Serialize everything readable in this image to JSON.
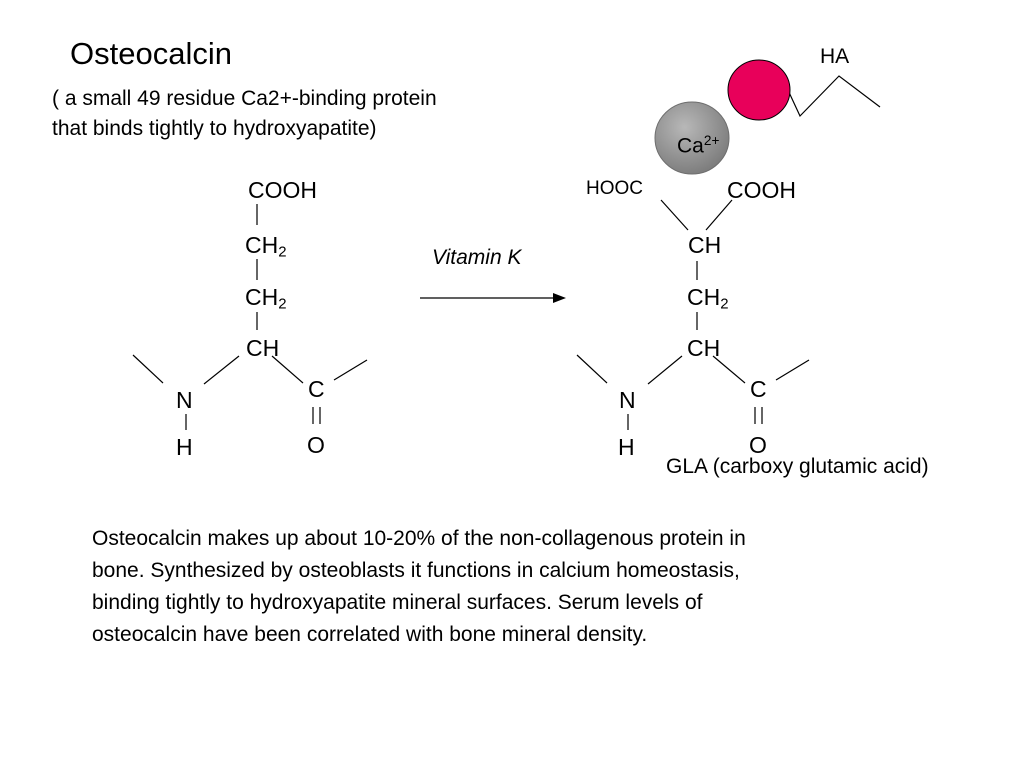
{
  "title": "Osteocalcin",
  "subtitle": {
    "line1": "( a small 49 residue Ca2+-binding protein",
    "line2": "that binds tightly to hydroxyapatite)"
  },
  "left_structure": {
    "cooh": "COOH",
    "ch2_a": "CH",
    "ch2_a_sub": "2",
    "ch2_b": "CH",
    "ch2_b_sub": "2",
    "ch": "CH",
    "n": "N",
    "h": "H",
    "c": "C",
    "o": "O"
  },
  "reaction": {
    "label": "Vitamin K"
  },
  "right_structure": {
    "ha": "HA",
    "ca": "Ca",
    "ca_sup": "2+",
    "hooc": "HOOC",
    "cooh": "COOH",
    "ch_top": "CH",
    "ch2": "CH",
    "ch2_sub": "2",
    "ch": "CH",
    "n": "N",
    "h": "H",
    "c": "C",
    "o": "O",
    "caption": "GLA (carboxy glutamic acid)"
  },
  "paragraph": {
    "line1": "Osteocalcin makes up about 10-20% of the non-collagenous protein in",
    "line2": "bone. Synthesized by osteoblasts it functions in calcium homeostasis,",
    "line3": "binding tightly to hydroxyapatite mineral surfaces. Serum levels of",
    "line4": "osteocalcin have been correlated with bone mineral density."
  },
  "colors": {
    "calcium_ball": "#8f8f8f",
    "ha_ball": "#e8005a",
    "line": "#000000"
  }
}
